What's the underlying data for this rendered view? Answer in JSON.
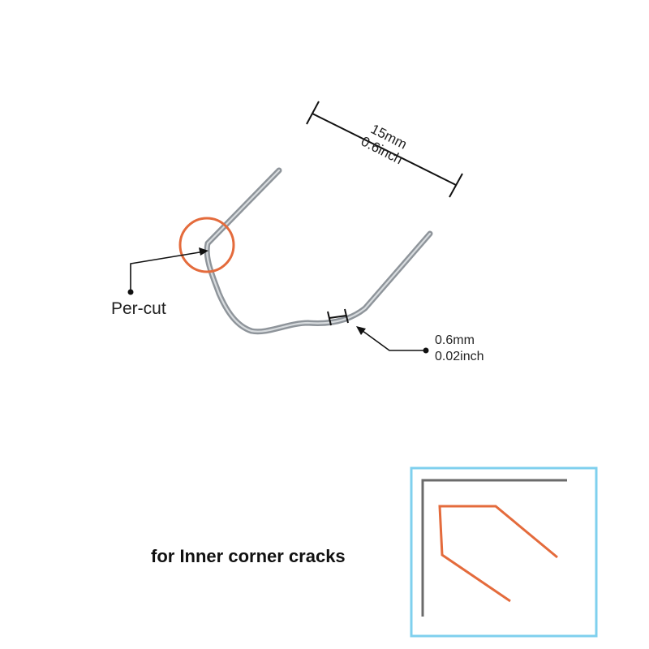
{
  "dimension_length": {
    "mm": "15mm",
    "inch": "0.6inch"
  },
  "callout_cut": {
    "label": "Per-cut"
  },
  "dimension_thickness": {
    "mm": "0.6mm",
    "inch": "0.02inch"
  },
  "caption": {
    "text": "for Inner corner cracks"
  },
  "colors": {
    "wire": "#9aa0a6",
    "wire_highlight": "#d9dde0",
    "highlight_circle": "#e46b3c",
    "inset_border": "#7fd0ee",
    "inset_corner": "#6b6b6b",
    "inset_staple": "#e46b3c",
    "text": "#222222"
  },
  "icons": {
    "staple": "v-shaped-staple-wire",
    "inset": "inner-corner-diagram"
  }
}
